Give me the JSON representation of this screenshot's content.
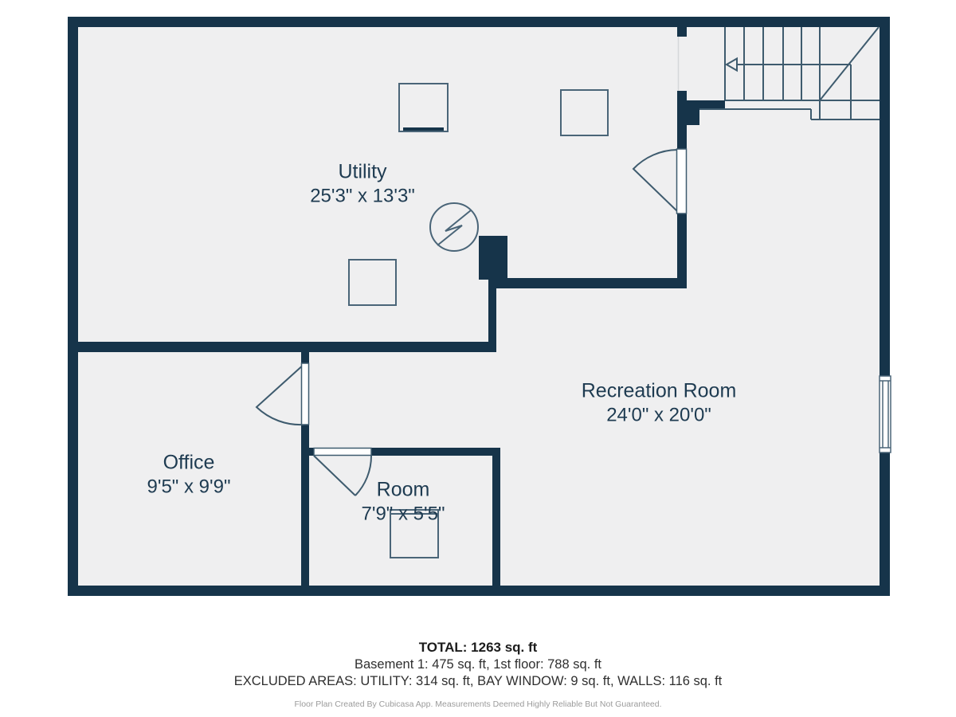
{
  "title": "Basement floor plan",
  "rooms": [
    {
      "id": "utility",
      "name": "Utility",
      "dimensions": "25'3\" x 13'3\""
    },
    {
      "id": "recreation",
      "name": "Recreation Room",
      "dimensions": "24'0\" x 20'0\""
    },
    {
      "id": "office",
      "name": "Office",
      "dimensions": "9'5\" x 9'9\""
    },
    {
      "id": "room",
      "name": "Room",
      "dimensions": "7'9\" x 5'5\""
    }
  ],
  "summary": {
    "total": "TOTAL: 1263 sq. ft",
    "floors": "Basement 1: 475 sq. ft, 1st floor: 788 sq. ft",
    "excluded": "EXCLUDED AREAS: UTILITY: 314 sq. ft, BAY WINDOW: 9 sq. ft, WALLS: 116 sq. ft",
    "disclaimer": "Floor Plan Created By Cubicasa App. Measurements Deemed Highly Reliable But Not Guaranteed."
  },
  "icons": {
    "electrical_panel": "circle-with-lightning-bolt",
    "stairs_direction": "left-pointing-arrow",
    "doors": "quarter-circle-swing",
    "window": "double-pane-lines"
  },
  "colors": {
    "wall": "#16344A",
    "floor": "#EFEFF0",
    "thin_line": "#3E5B6E",
    "label_text": "#1E3B51",
    "summary_text": "#2F2F2F",
    "disclaimer_text": "#9B9B9B",
    "background": "#FFFFFF"
  }
}
